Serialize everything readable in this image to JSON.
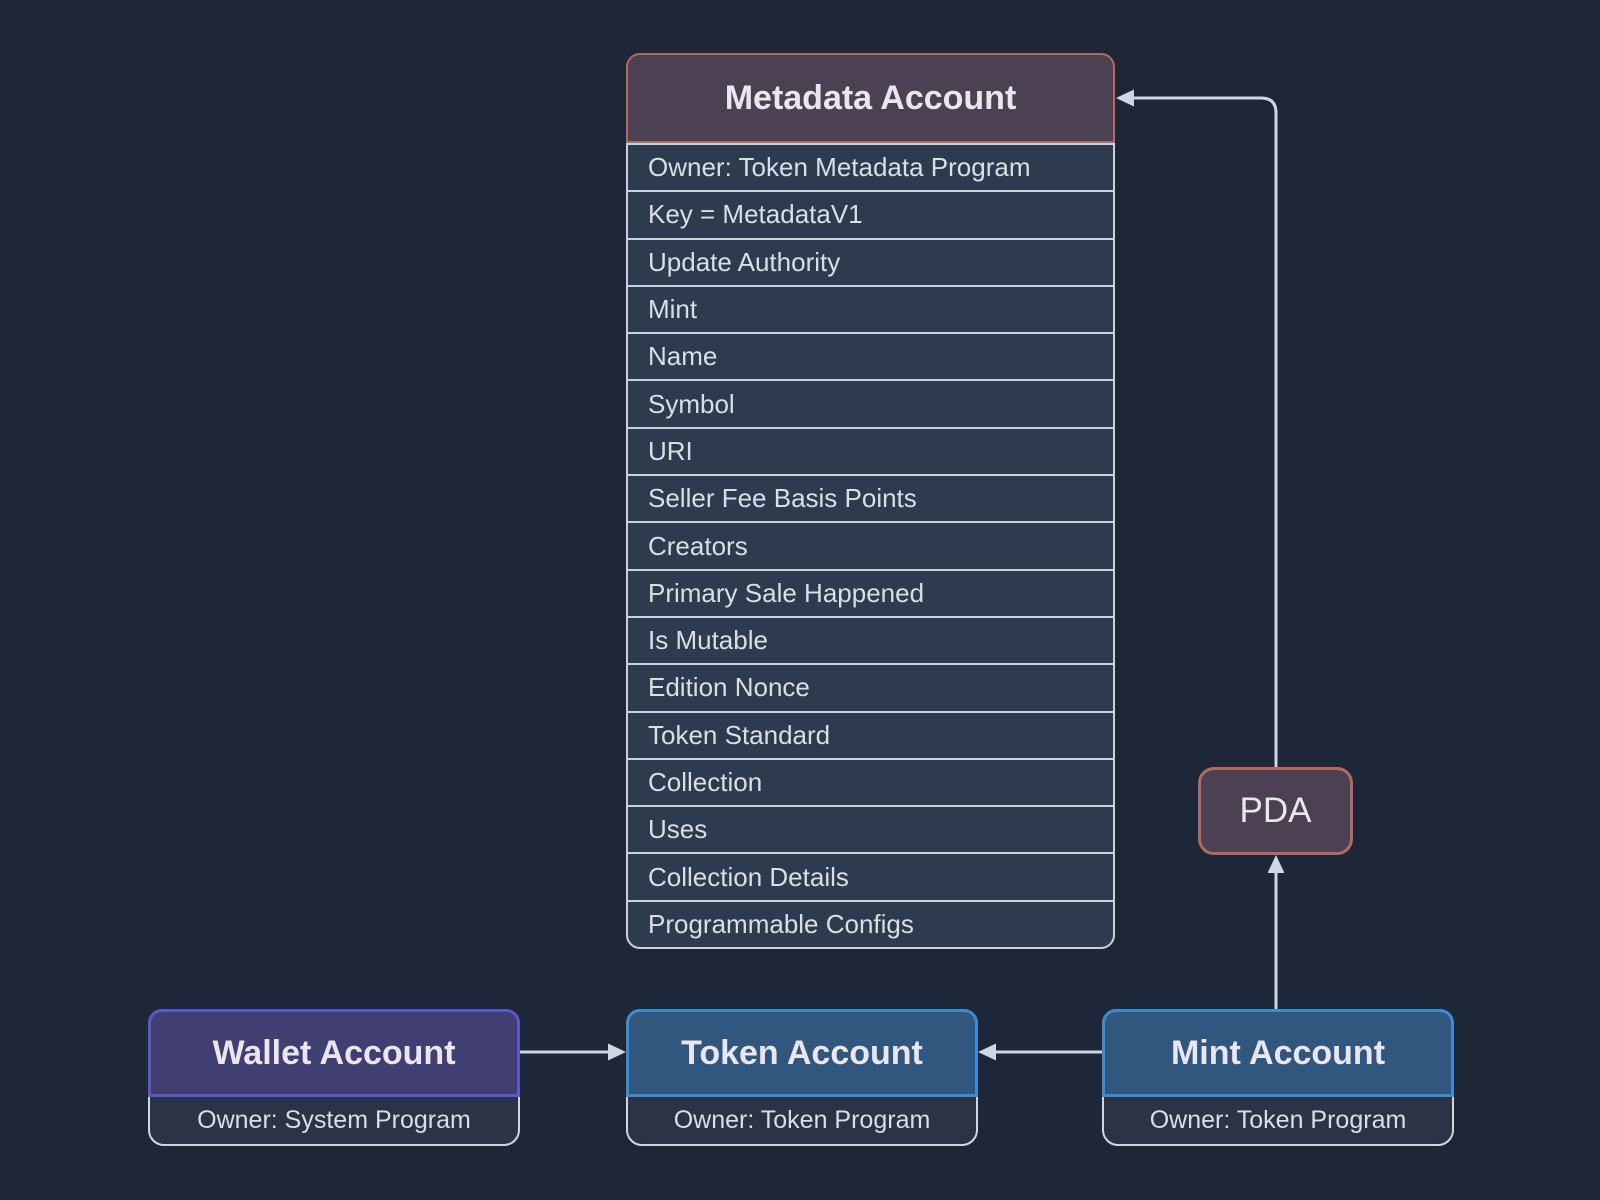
{
  "colors": {
    "bg": "#1e2737",
    "line": "#cfd8e2",
    "row-fill": "#2e3a4e",
    "row-border": "#c8d2dd",
    "row-text": "#d7dfe9",
    "mauve-fill": "#4b4153",
    "salmon-border": "#b06a60",
    "header-text": "#e9e6ee",
    "indigo-fill": "#413f72",
    "indigo-border": "#5f57c9",
    "blue-fill": "#32577e",
    "blue-border": "#3d8cd1",
    "owner-fill": "#2a3446",
    "owner-text": "#d7dfe9"
  },
  "metadata_account": {
    "title": "Metadata Account",
    "rows": [
      "Owner: Token Metadata Program",
      "Key = MetadataV1",
      "Update Authority",
      "Mint",
      "Name",
      "Symbol",
      "URI",
      "Seller Fee Basis Points",
      "Creators",
      "Primary Sale Happened",
      "Is Mutable",
      "Edition Nonce",
      "Token Standard",
      "Collection",
      "Uses",
      "Collection Details",
      "Programmable Configs"
    ]
  },
  "pda": {
    "label": "PDA"
  },
  "accounts": {
    "wallet": {
      "title": "Wallet Account",
      "owner": "Owner: System Program"
    },
    "token": {
      "title": "Token Account",
      "owner": "Owner: Token Program"
    },
    "mint": {
      "title": "Mint Account",
      "owner": "Owner: Token Program"
    }
  }
}
